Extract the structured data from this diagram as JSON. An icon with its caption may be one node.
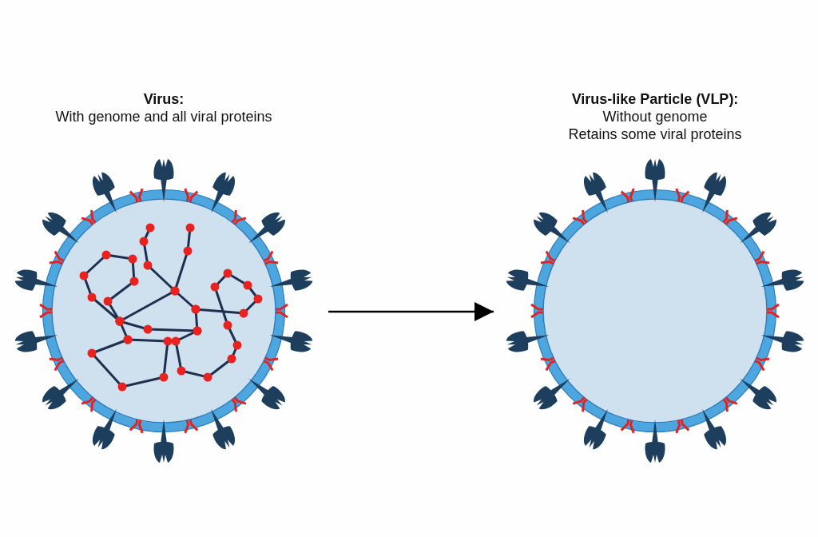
{
  "diagram": {
    "nodes": [
      {
        "text": [
          "Virus:",
          "With genome and all viral proteins"
        ]
      },
      {
        "text": [
          "Virus-like Particle (VLP):",
          "Without genome",
          "Retains some viral proteins"
        ]
      }
    ],
    "edges": [
      {
        "from": 0,
        "to": 1,
        "arrow": "to"
      }
    ]
  }
}
